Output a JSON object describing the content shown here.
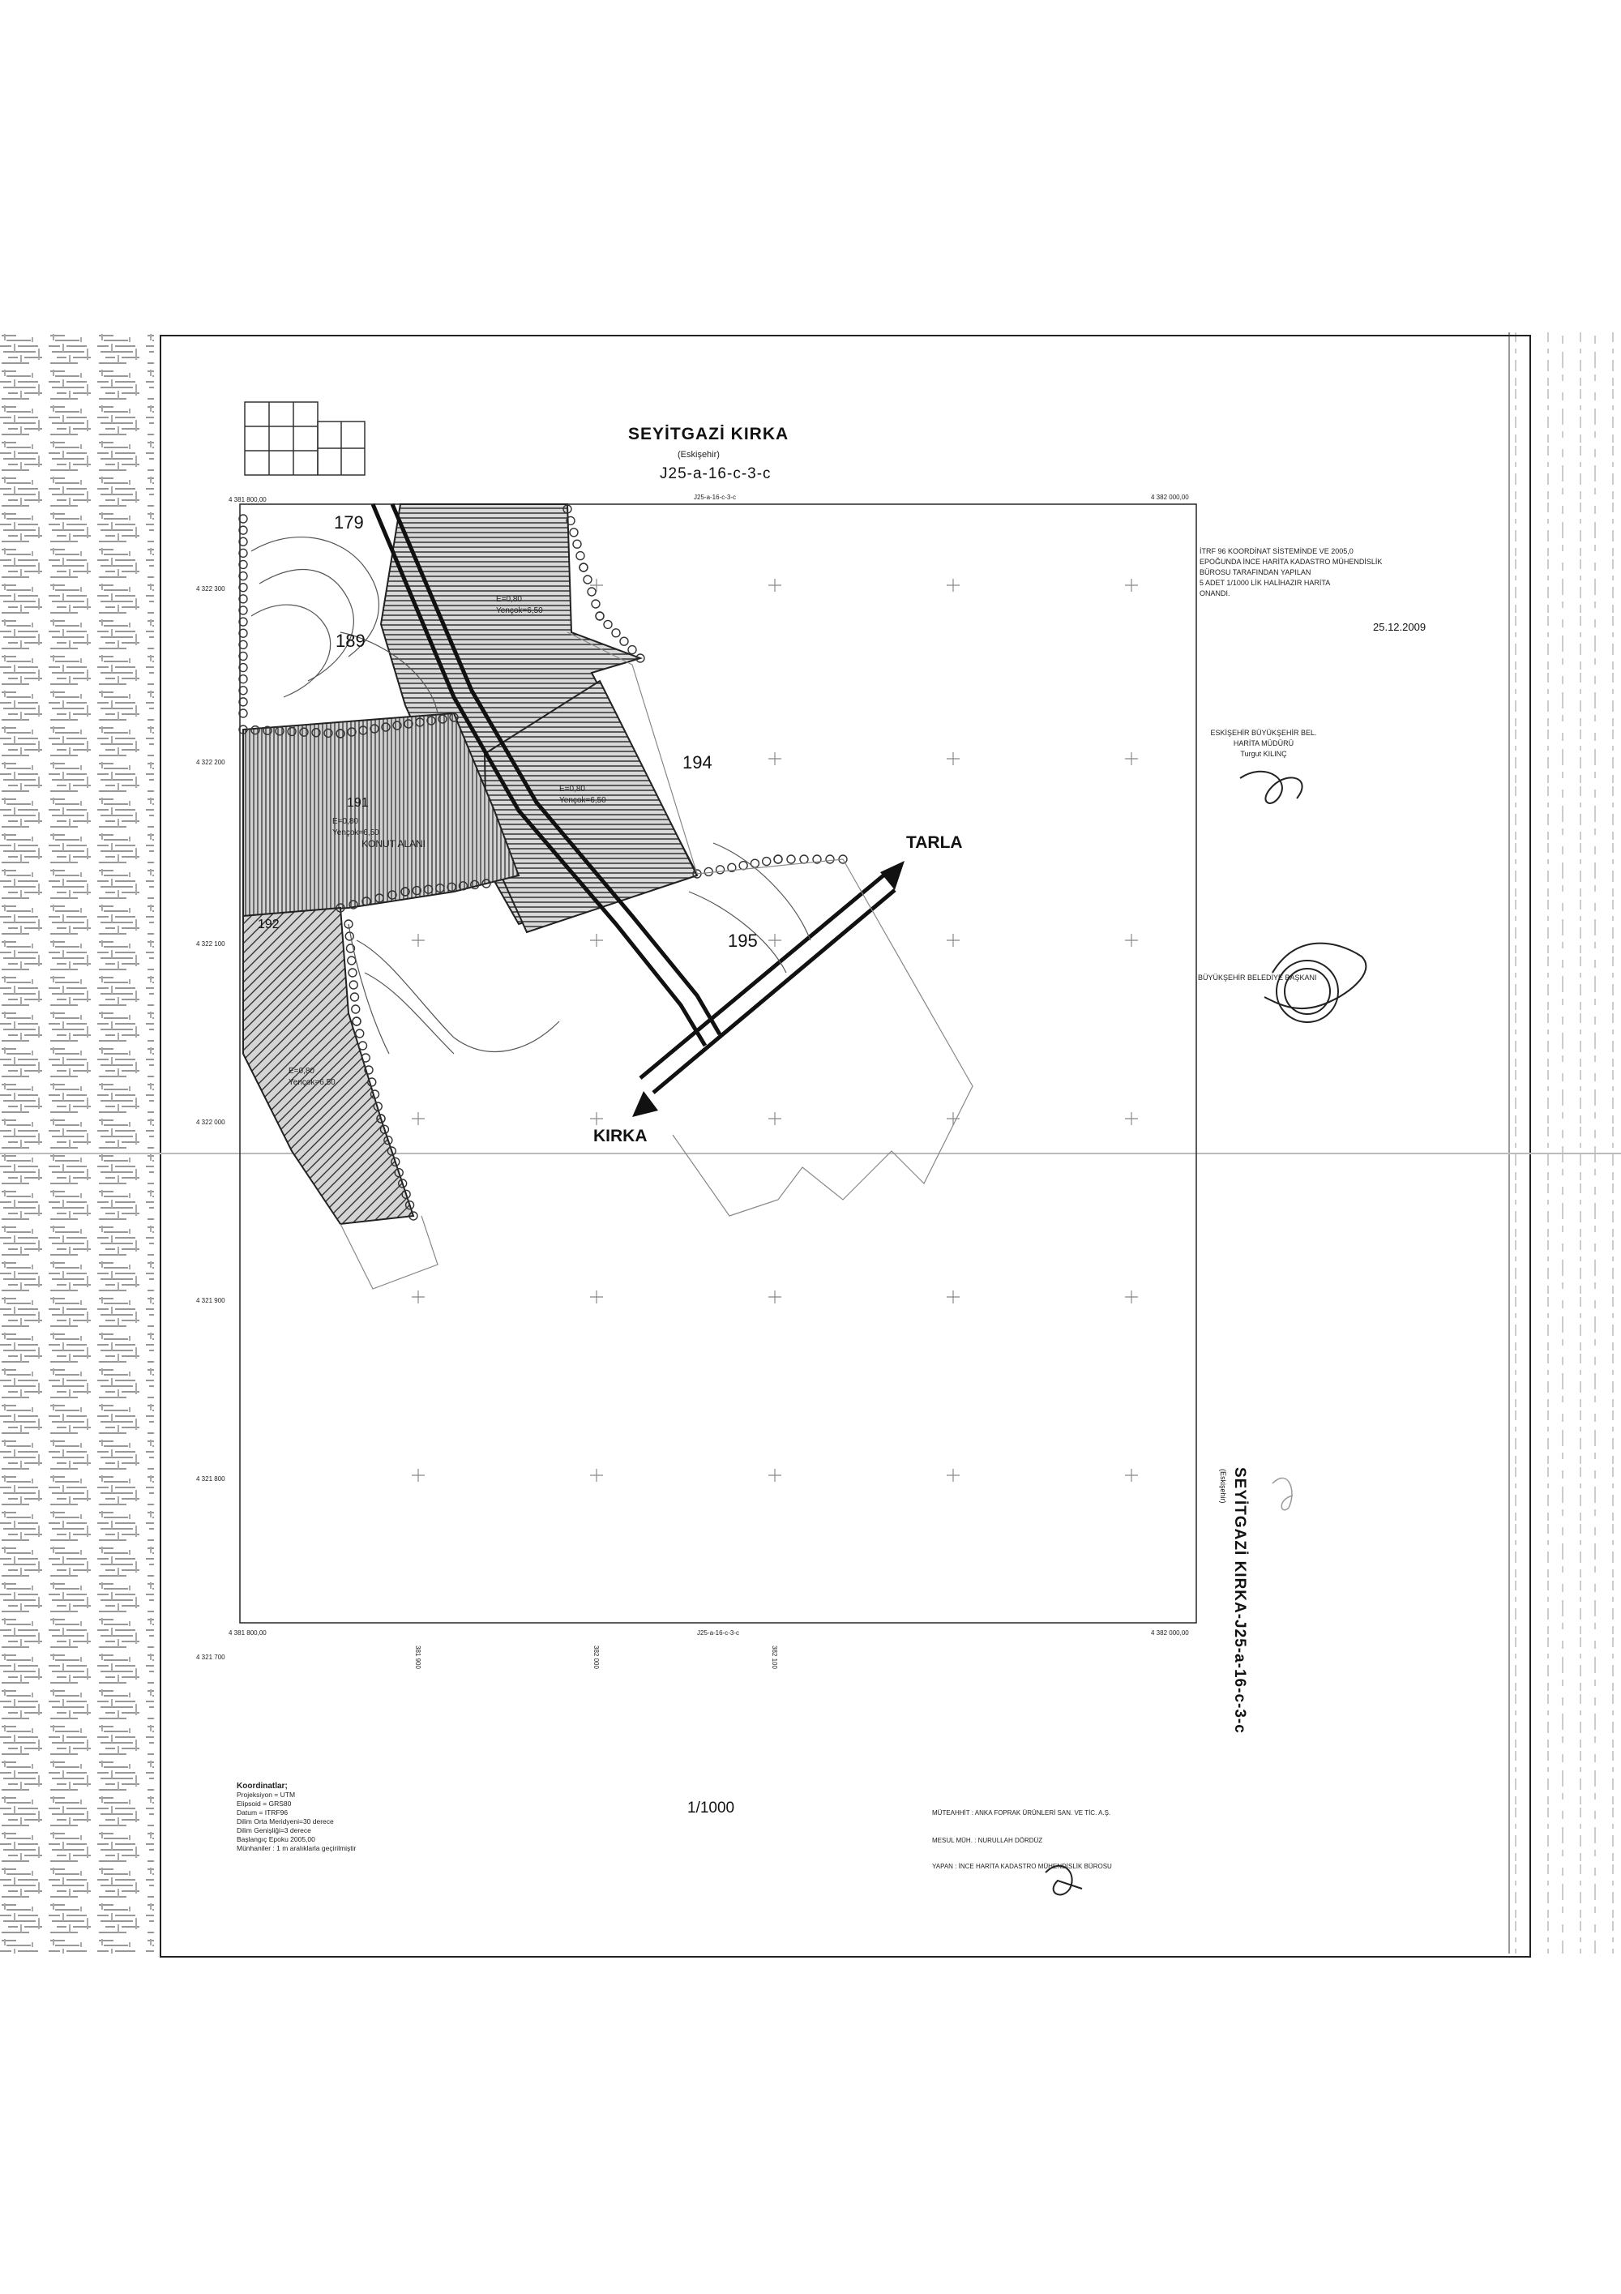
{
  "header": {
    "title": "SEYİTGAZİ KIRKA",
    "subtitle": "(Eskişehir)",
    "sheet_code": "J25-a-16-c-3-c"
  },
  "top_coords": {
    "left": "4 381 800,00",
    "center": "J25-a-16-c-3-c",
    "right": "4 382 000,00"
  },
  "left_coords": [
    "4 322 300",
    "4 322 200",
    "4 322 100",
    "4 322 000",
    "4 321 900",
    "4 321 800",
    "4 321 700"
  ],
  "bottom_coords": [
    "4 381 800,00",
    "381 900",
    "382 000",
    "382 100",
    "4 382 000,00"
  ],
  "bottom_center_code": "J25-a-16-c-3-c",
  "parcels": [
    "179",
    "189",
    "194",
    "195",
    "191",
    "192"
  ],
  "parcel_notes": {
    "a": [
      "E=0,80",
      "Yençok=6,50"
    ],
    "b": [
      "E=0,80",
      "Yençok=6,50"
    ],
    "c": [
      "E=0,80",
      "Yençok=6,50"
    ],
    "d": [
      "E=0,80",
      "Yençok=6,50"
    ],
    "zone": "KONUT ALANI"
  },
  "directions": {
    "up": "TARLA",
    "down": "KIRKA"
  },
  "right_notes": {
    "itrf": [
      "İTRF 96 KOORDİNAT SİSTEMİNDE VE 2005,0",
      "EPOĞUNDA İNCE HARİTA KADASTRO MÜHENDİSLİK",
      "BÜROSU TARAFINDAN YAPILAN",
      "5  ADET 1/1000 LİK HALİHAZIR HARİTA",
      "ONANDI."
    ],
    "date": "25.12.2009",
    "office": [
      "ESKİŞEHİR BÜYÜKŞEHİR BEL.",
      "HARİTA MÜDÜRÜ",
      "Turgut KILINÇ"
    ],
    "mayor": "BÜYÜKŞEHİR BELEDİYE BAŞKANI"
  },
  "vertical_title": "SEYİTGAZİ KIRKA-J25-a-16-c-3-c",
  "vertical_sub": "(Eskişehir)",
  "scale": "1/1000",
  "legend": {
    "heading": "Koordinatlar;",
    "lines": [
      "Projeksiyon = UTM",
      "Elipsoid = GRS80",
      "Datum = ITRF96",
      "Dilim Orta Meridyeni=30 derece",
      "Dilim Genişliği=3 derece",
      "Başlangıç Epoku 2005,00",
      "Münhaniler : 1 m aralıklarla geçirilmiştir"
    ]
  },
  "contractor": {
    "muteahhit": "MÜTEAHHİT : ANKA FOPRAK ÜRÜNLERİ SAN. VE TİC. A.Ş.",
    "sorumlu": "MESUL MÜH. : NURULLAH DÖRDÜZ",
    "yapan": "YAPAN : İNCE HARİTA KADASTRO MÜHENDİSLİK BÜROSU"
  },
  "colors": {
    "ink": "#111111",
    "hatch": "#333333",
    "grid": "#9a9a9a"
  }
}
